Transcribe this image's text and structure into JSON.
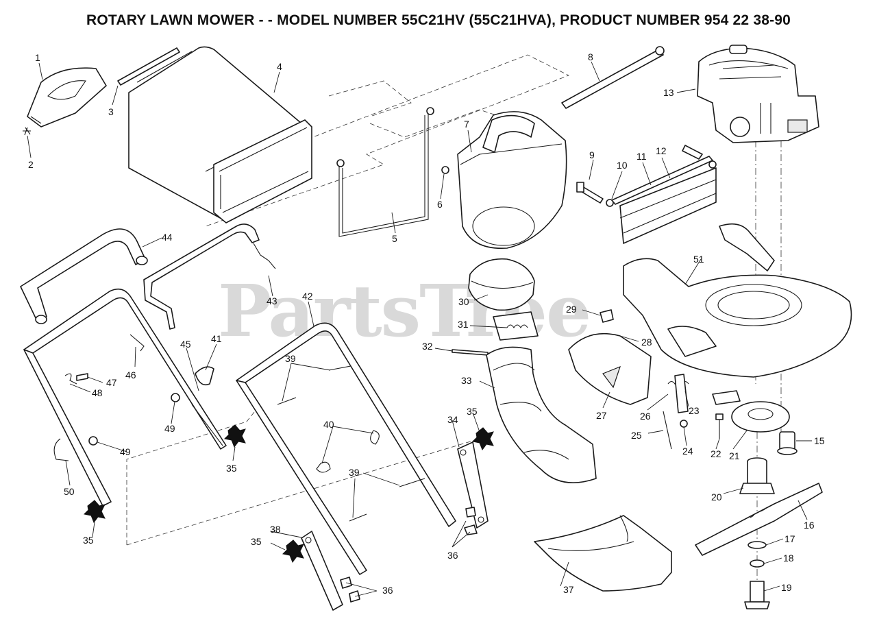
{
  "title": "ROTARY LAWN MOWER - - MODEL NUMBER 55C21HV (55C21HVA), PRODUCT NUMBER 954 22 38-90",
  "watermark": "PartsTree",
  "part_labels": {
    "p1": "1",
    "p2": "2",
    "p3": "3",
    "p4": "4",
    "p5": "5",
    "p6": "6",
    "p7": "7",
    "p8": "8",
    "p9": "9",
    "p10": "10",
    "p11": "11",
    "p12": "12",
    "p13": "13",
    "p15": "15",
    "p16": "16",
    "p17": "17",
    "p18": "18",
    "p19": "19",
    "p20": "20",
    "p21": "21",
    "p22": "22",
    "p23": "23",
    "p24": "24",
    "p25": "25",
    "p26": "26",
    "p27": "27",
    "p28": "28",
    "p29": "29",
    "p30": "30",
    "p31": "31",
    "p32": "32",
    "p33": "33",
    "p34": "34",
    "p35": "35",
    "p36": "36",
    "p37": "37",
    "p38": "38",
    "p39": "39",
    "p40": "40",
    "p41": "41",
    "p42": "42",
    "p43": "43",
    "p44": "44",
    "p45": "45",
    "p46": "46",
    "p47": "47",
    "p48": "48",
    "p49": "49",
    "p50": "50",
    "p51": "51"
  }
}
